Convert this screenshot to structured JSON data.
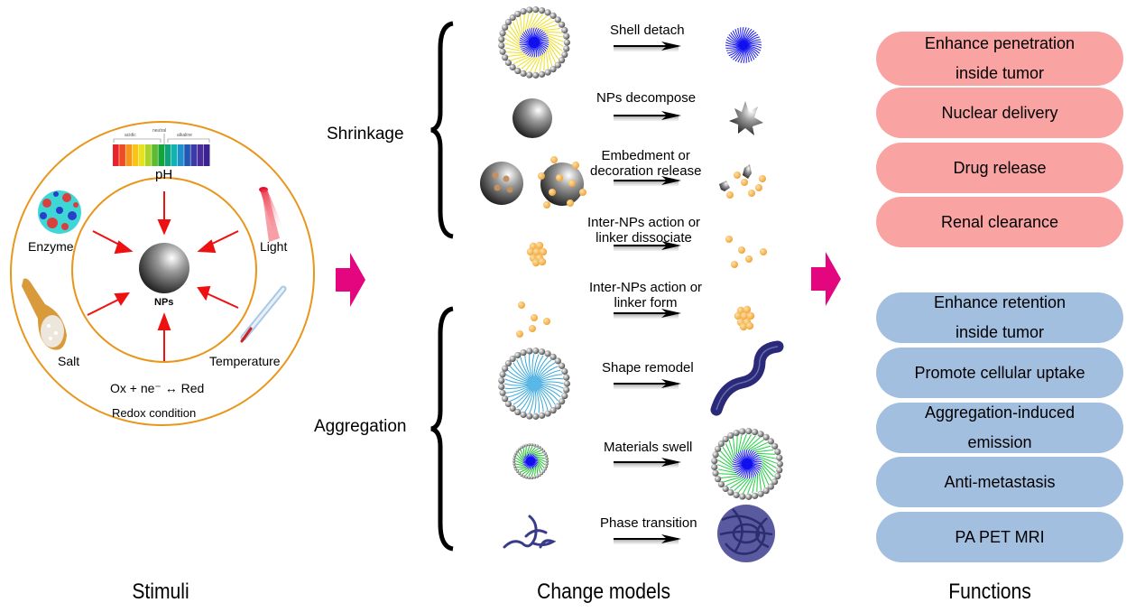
{
  "columns": {
    "stimuli": "Stimuli",
    "change_models": "Change models",
    "functions": "Functions"
  },
  "stimuli": {
    "center_label": "NPs",
    "ph": {
      "label": "pH",
      "scale_labels": [
        "acidic",
        "neutral",
        "alkaline"
      ],
      "colors": [
        "#e8212b",
        "#f04a25",
        "#f7941d",
        "#fbc314",
        "#e6e221",
        "#a8d42c",
        "#5dbb2f",
        "#16a33b",
        "#0fa37a",
        "#12b2b0",
        "#1f8fcf",
        "#2459b3",
        "#3b3aa6",
        "#4b2c9c",
        "#3a2390"
      ]
    },
    "items": [
      "Enzyme",
      "Light",
      "Salt",
      "Temperature"
    ],
    "redox_equation": "Ox + ne⁻ ↔  Red",
    "redox_label": "Redox condition",
    "ring_color": "#e8961c",
    "arrow_color": "#ee1111"
  },
  "change_models": {
    "categories": [
      "Shrinkage",
      "Aggregation"
    ],
    "transitions": [
      {
        "label": "Shell detach",
        "category": "Shrinkage"
      },
      {
        "label": "NPs decompose",
        "category": "Shrinkage"
      },
      {
        "label": "Embedment or\ndecoration release",
        "category": "Shrinkage"
      },
      {
        "label": "Inter-NPs action or\nlinker dissociate",
        "category": "Shrinkage"
      },
      {
        "label": "Inter-NPs action or\nlinker form",
        "category": "Aggregation"
      },
      {
        "label": "Shape remodel",
        "category": "Aggregation"
      },
      {
        "label": "Materials swell",
        "category": "Aggregation"
      },
      {
        "label": "Phase transition",
        "category": "Aggregation"
      }
    ],
    "flow_arrow_color": "#e4067e"
  },
  "functions": {
    "shrinkage": [
      [
        "Enhance penetration",
        "inside tumor"
      ],
      [
        "Nuclear delivery"
      ],
      [
        "Drug release"
      ],
      [
        "Renal clearance"
      ]
    ],
    "aggregation": [
      [
        "Enhance retention",
        "inside tumor"
      ],
      [
        "Promote cellular uptake"
      ],
      [
        "Aggregation-induced",
        "emission"
      ],
      [
        "Anti-metastasis"
      ],
      [
        "PA PET MRI"
      ]
    ],
    "shrinkage_color": "#f9a3a3",
    "aggregation_color": "#a3bfdf"
  }
}
